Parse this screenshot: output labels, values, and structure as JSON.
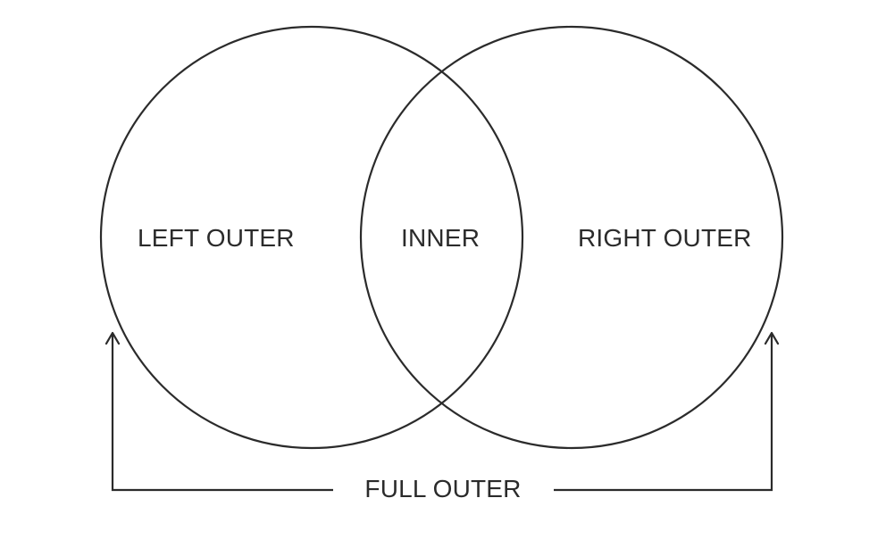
{
  "labels": {
    "left_outer": "LEFT OUTER",
    "inner": "INNER",
    "right_outer": "RIGHT OUTER",
    "full_outer": "FULL OUTER"
  },
  "colors": {
    "stroke": "#2b2b2b",
    "text": "#2b2b2b",
    "background": "#ffffff"
  }
}
